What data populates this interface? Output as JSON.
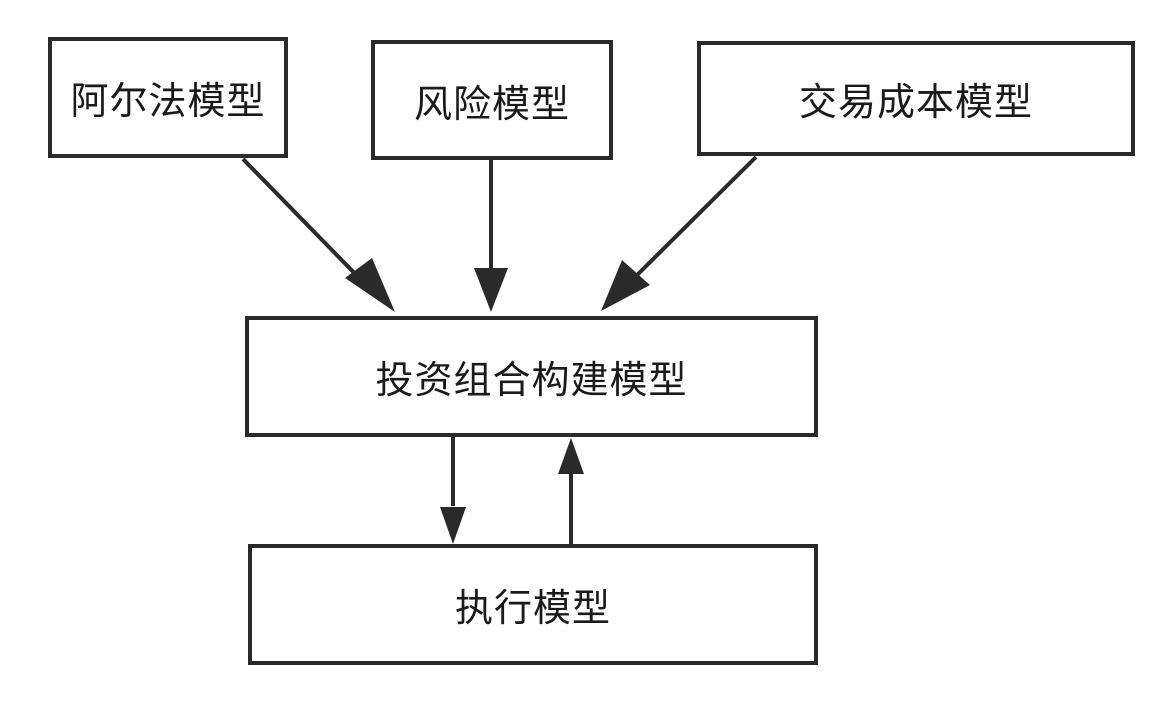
{
  "diagram": {
    "nodes": {
      "alpha": "阿尔法模型",
      "risk": "风险模型",
      "cost": "交易成本模型",
      "portfolio": "投资组合构建模型",
      "execution": "执行模型"
    },
    "edges": [
      {
        "from": "阿尔法模型",
        "to": "投资组合构建模型"
      },
      {
        "from": "风险模型",
        "to": "投资组合构建模型"
      },
      {
        "from": "交易成本模型",
        "to": "投资组合构建模型"
      },
      {
        "from": "投资组合构建模型",
        "to": "执行模型"
      },
      {
        "from": "执行模型",
        "to": "投资组合构建模型"
      }
    ],
    "colors": {
      "stroke": "#2a2a2a",
      "text": "#1a1a1a",
      "background": "#ffffff"
    }
  }
}
